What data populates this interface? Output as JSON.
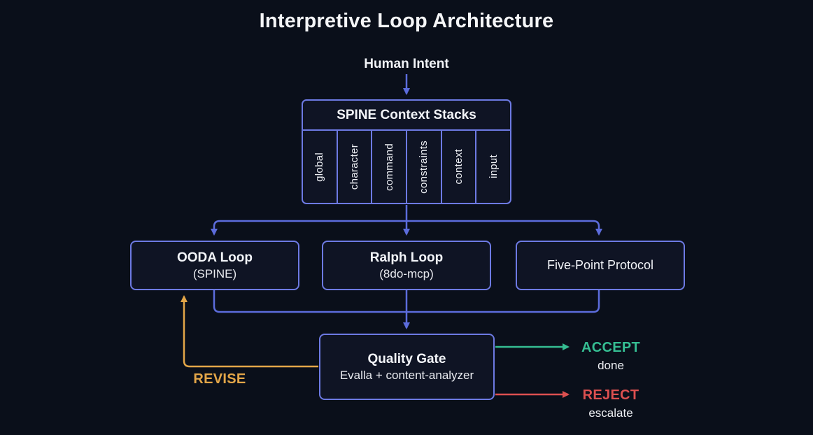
{
  "title": "Interpretive Loop Architecture",
  "diagram": {
    "human_intent_label": "Human Intent",
    "spine_stack": {
      "title": "SPINE Context Stacks",
      "cells": [
        "global",
        "character",
        "command",
        "constraints",
        "context",
        "input"
      ]
    },
    "loops": [
      {
        "title": "OODA Loop",
        "subtitle": "(SPINE)"
      },
      {
        "title": "Ralph Loop",
        "subtitle": "(8do-mcp)"
      },
      {
        "title": "Five-Point Protocol",
        "subtitle": ""
      }
    ],
    "quality_gate": {
      "title": "Quality Gate",
      "subtitle": "Evalla + content-analyzer"
    },
    "outcomes": {
      "accept": {
        "label": "ACCEPT",
        "sublabel": "done",
        "color": "#35bd92"
      },
      "reject": {
        "label": "REJECT",
        "sublabel": "escalate",
        "color": "#dd5050"
      },
      "revise": {
        "label": "REVISE",
        "color": "#e3a648"
      }
    },
    "colors": {
      "background": "#0a0f1a",
      "connector": "#5c6cdc",
      "node_border": "#6d7ae3",
      "text": "#f2f4f8"
    }
  }
}
